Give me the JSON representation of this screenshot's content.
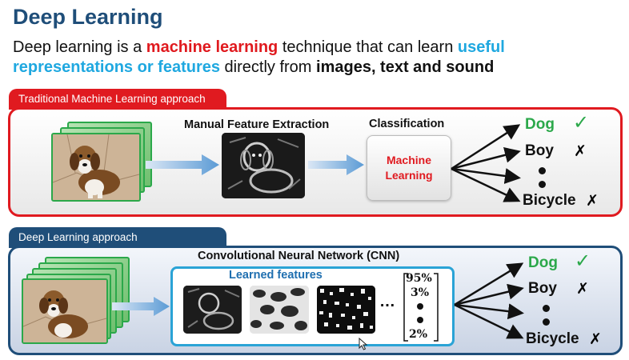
{
  "header": {
    "title": "Deep Learning",
    "subtitle": {
      "part1": "Deep learning is a ",
      "highlight1": "machine learning",
      "part2": " technique that can learn ",
      "highlight2": "useful representations or features",
      "part3": " directly from ",
      "highlight3": "images, text and sound"
    }
  },
  "traditional": {
    "tab_label": "Traditional Machine Learning approach",
    "feature_step_label": "Manual Feature Extraction",
    "classification_label": "Classification",
    "classifier_line1": "Machine",
    "classifier_line2": "Learning",
    "outputs": [
      "Dog",
      "Boy",
      "Bicycle"
    ],
    "marks": [
      "✓",
      "✗",
      "✗"
    ]
  },
  "deep": {
    "tab_label": "Deep Learning approach",
    "network_label": "Convolutional Neural Network (CNN)",
    "features_label": "Learned features",
    "ellipsis": "…",
    "probabilities": [
      "95%",
      "3%",
      "2%"
    ],
    "outputs": [
      "Dog",
      "Boy",
      "Bicycle"
    ],
    "marks": [
      "✓",
      "✗",
      "✗"
    ]
  },
  "colors": {
    "title": "#1f4e79",
    "traditional_accent": "#e01a20",
    "deep_accent": "#1f4e79",
    "highlight_red": "#e0191e",
    "highlight_cyan": "#1fa8e0",
    "correct": "#2ba84a",
    "cnn_box_border": "#2aa3d6",
    "arrow_blue": "#5b9bd5"
  },
  "icons": {
    "correct": "check-mark-icon",
    "wrong": "cross-mark-icon",
    "flow": "right-arrow-icon",
    "pointer": "mouse-pointer-icon"
  }
}
